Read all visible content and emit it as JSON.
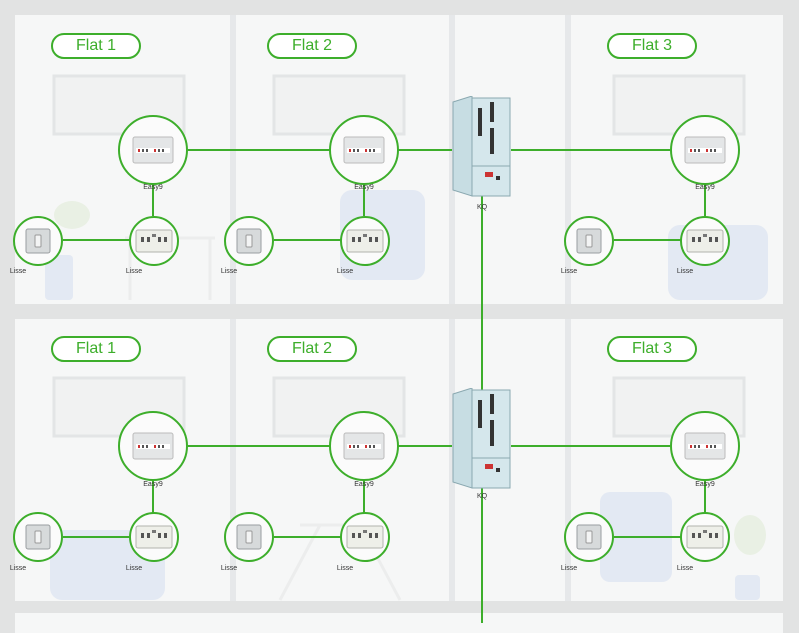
{
  "flats": [
    "Flat 1",
    "Flat 2",
    "Flat 3"
  ],
  "floors": [
    {
      "flats": [
        "Flat 1",
        "Flat 2",
        "Flat 3"
      ]
    },
    {
      "flats": [
        "Flat 1",
        "Flat 2",
        "Flat 3"
      ]
    }
  ],
  "labels": {
    "consumer_unit": "Easy9",
    "switch": "Lisse",
    "socket": "Lisse",
    "distribution_board": "KQ"
  },
  "colors": {
    "accent": "#3dae2b",
    "background": "#e2e3e3",
    "panel": "#f6f7f7"
  }
}
